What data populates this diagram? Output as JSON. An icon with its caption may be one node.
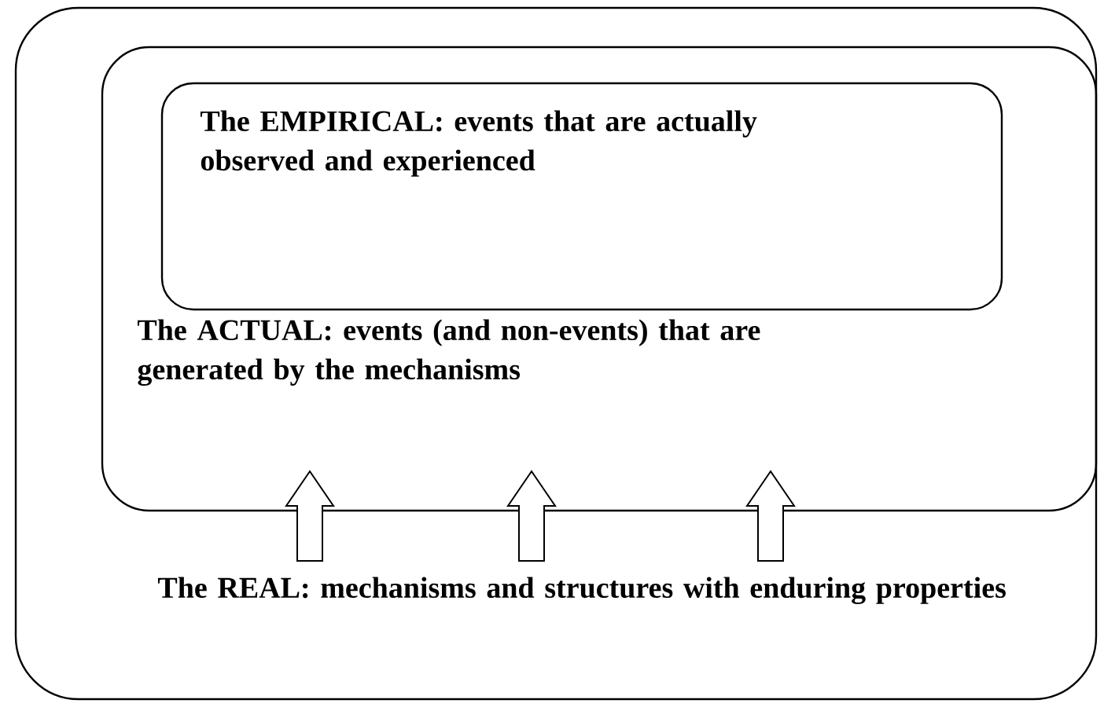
{
  "diagram": {
    "nodes": [
      {
        "text": [
          "The REAL: mechanisms and structures with enduring properties"
        ]
      },
      {
        "text": [
          "The ACTUAL: events (and non-events) that are generated by the mechanisms"
        ],
        "in": 0
      },
      {
        "text": [
          "The EMPIRICAL: events that are actually observed and experienced"
        ],
        "in": 1
      }
    ],
    "edges": [
      {
        "from": 0,
        "to": 1,
        "arrow": "to"
      },
      {
        "from": 0,
        "to": 1,
        "arrow": "to"
      },
      {
        "from": 0,
        "to": 1,
        "arrow": "to"
      }
    ]
  }
}
